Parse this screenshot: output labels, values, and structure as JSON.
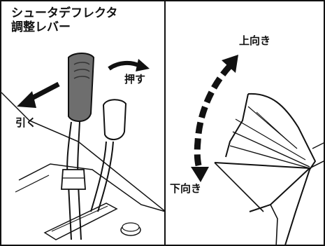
{
  "left_panel": {
    "title_line1": "シュータデフレクタ",
    "title_line2": "調整レバー",
    "push_label": "押す",
    "pull_label": "引く"
  },
  "right_panel": {
    "up_label": "上向き",
    "down_label": "下向き"
  },
  "colors": {
    "ink": "#111111",
    "lever_dark": "#6e6e6e",
    "background": "#ffffff"
  }
}
